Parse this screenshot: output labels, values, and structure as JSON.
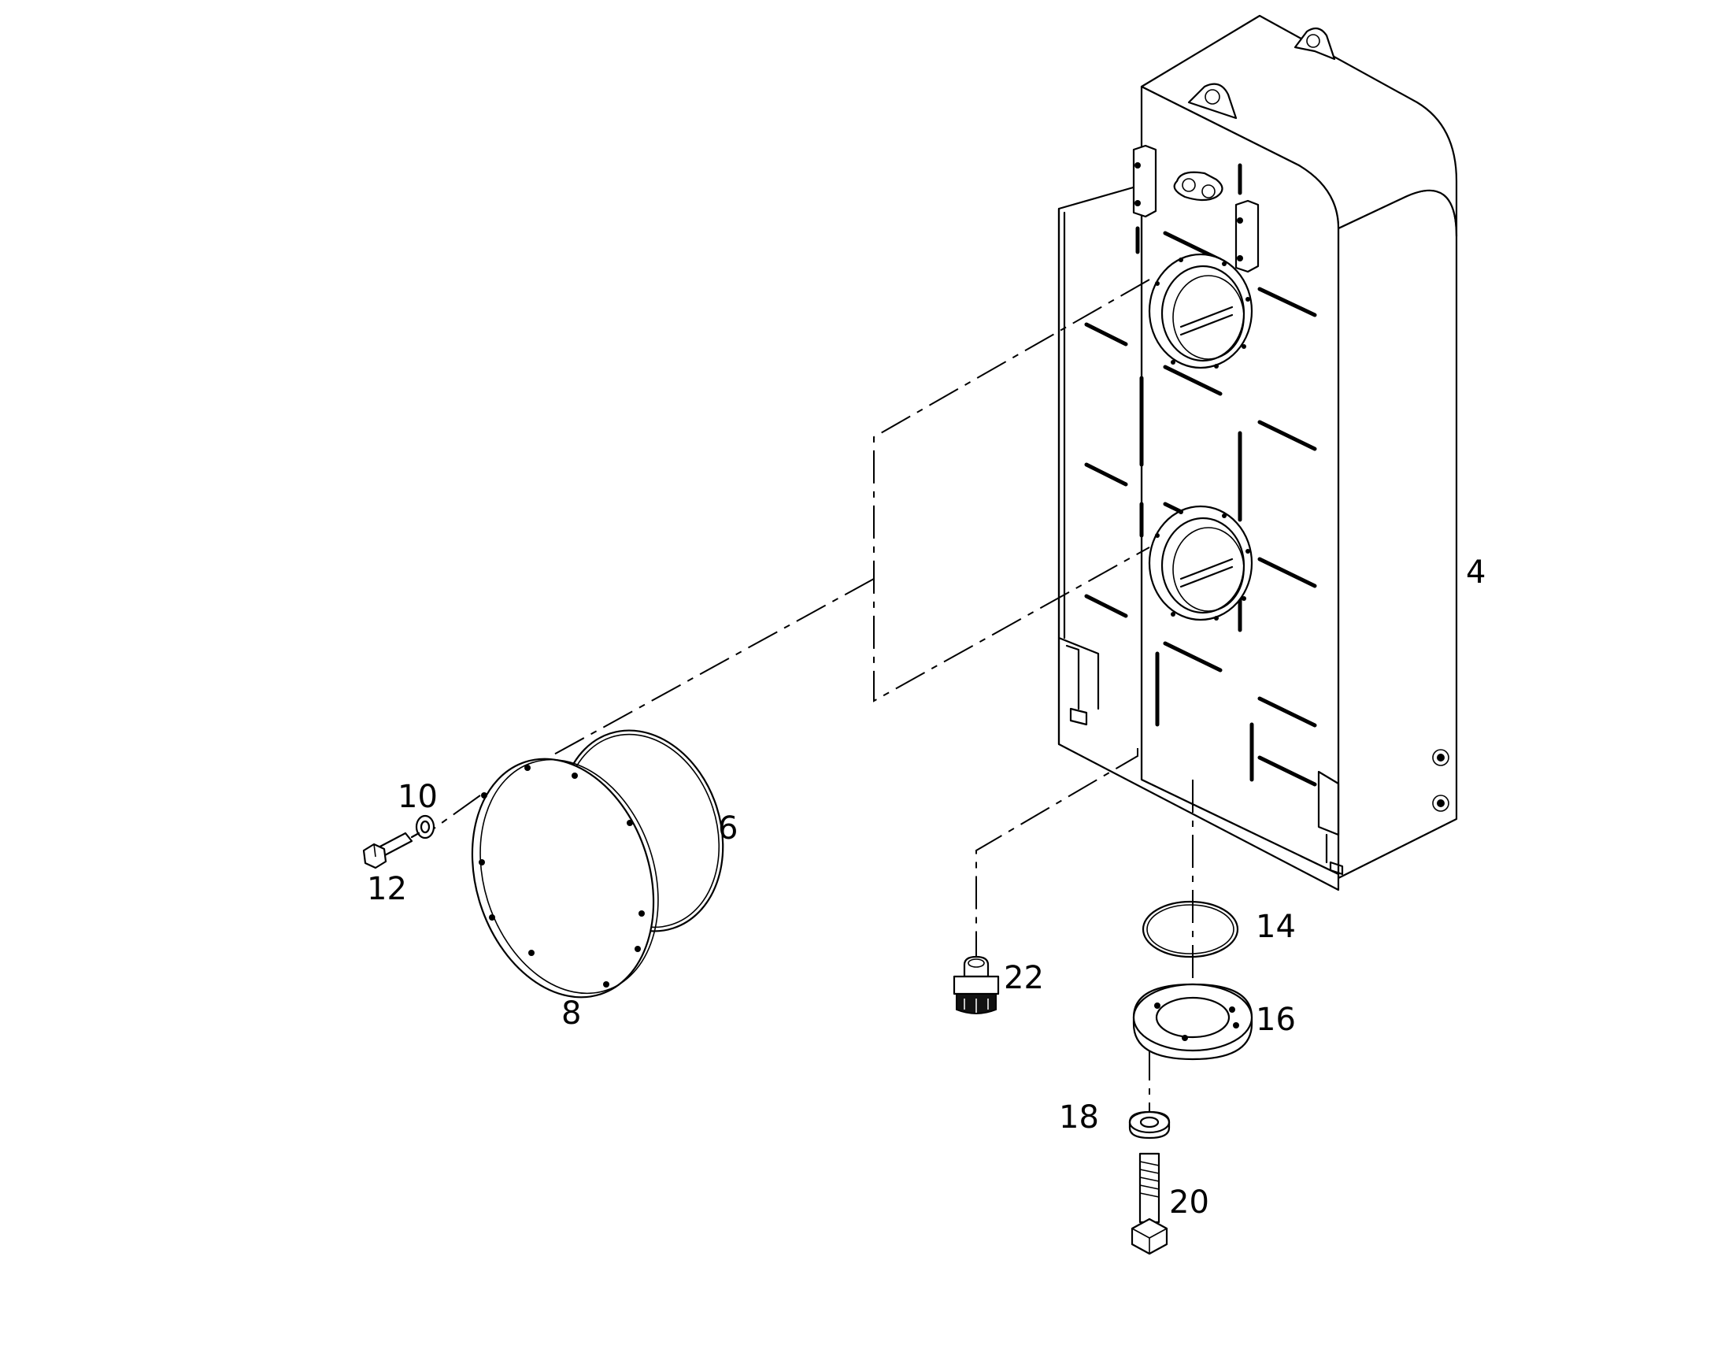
{
  "callouts": [
    {
      "id": "4",
      "text": "4"
    },
    {
      "id": "6",
      "text": "6"
    },
    {
      "id": "8",
      "text": "8"
    },
    {
      "id": "10",
      "text": "10"
    },
    {
      "id": "12",
      "text": "12"
    },
    {
      "id": "14",
      "text": "14"
    },
    {
      "id": "16",
      "text": "16"
    },
    {
      "id": "18",
      "text": "18"
    },
    {
      "id": "20",
      "text": "20"
    },
    {
      "id": "22",
      "text": "22"
    }
  ]
}
